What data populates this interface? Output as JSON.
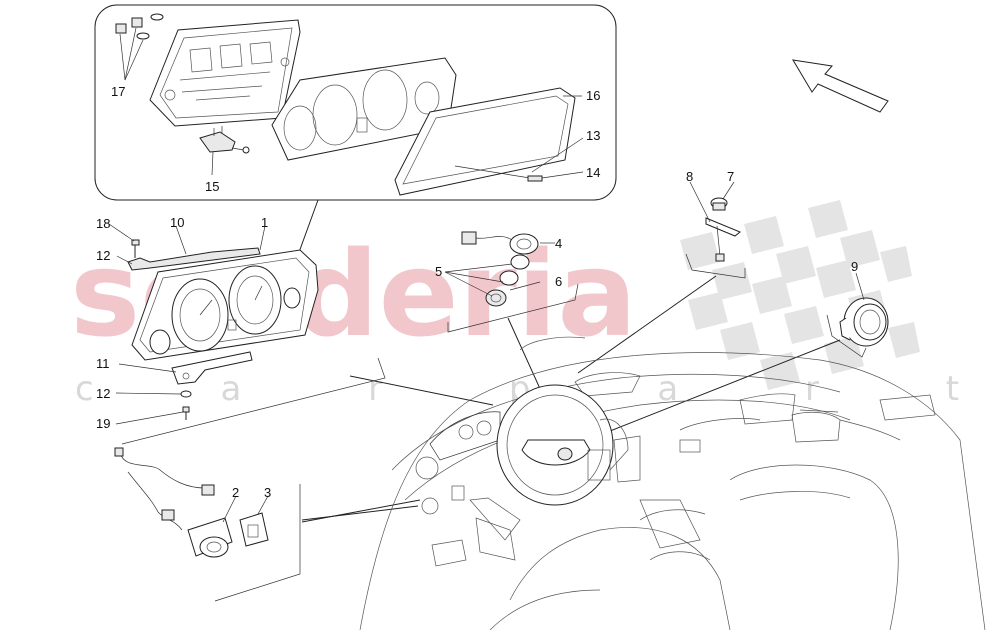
{
  "watermark": {
    "brand": "scuderia",
    "sub": "c a r   p a r t s"
  },
  "callouts": [
    {
      "id": "c1",
      "text": "1"
    },
    {
      "id": "c2",
      "text": "2"
    },
    {
      "id": "c3",
      "text": "3"
    },
    {
      "id": "c4",
      "text": "4"
    },
    {
      "id": "c5",
      "text": "5"
    },
    {
      "id": "c6",
      "text": "6"
    },
    {
      "id": "c7",
      "text": "7"
    },
    {
      "id": "c8",
      "text": "8"
    },
    {
      "id": "c9",
      "text": "9"
    },
    {
      "id": "c10",
      "text": "10"
    },
    {
      "id": "c11",
      "text": "11"
    },
    {
      "id": "c12a",
      "text": "12"
    },
    {
      "id": "c12b",
      "text": "12"
    },
    {
      "id": "c13",
      "text": "13"
    },
    {
      "id": "c14",
      "text": "14"
    },
    {
      "id": "c15",
      "text": "15"
    },
    {
      "id": "c16",
      "text": "16"
    },
    {
      "id": "c17",
      "text": "17"
    },
    {
      "id": "c18",
      "text": "18"
    },
    {
      "id": "c19",
      "text": "19"
    }
  ],
  "colors": {
    "line": "#222222",
    "watermark_red": "#f2c7cc",
    "checker_gray": "#e2e2e2"
  },
  "icons": [
    "direction-arrow-icon"
  ]
}
